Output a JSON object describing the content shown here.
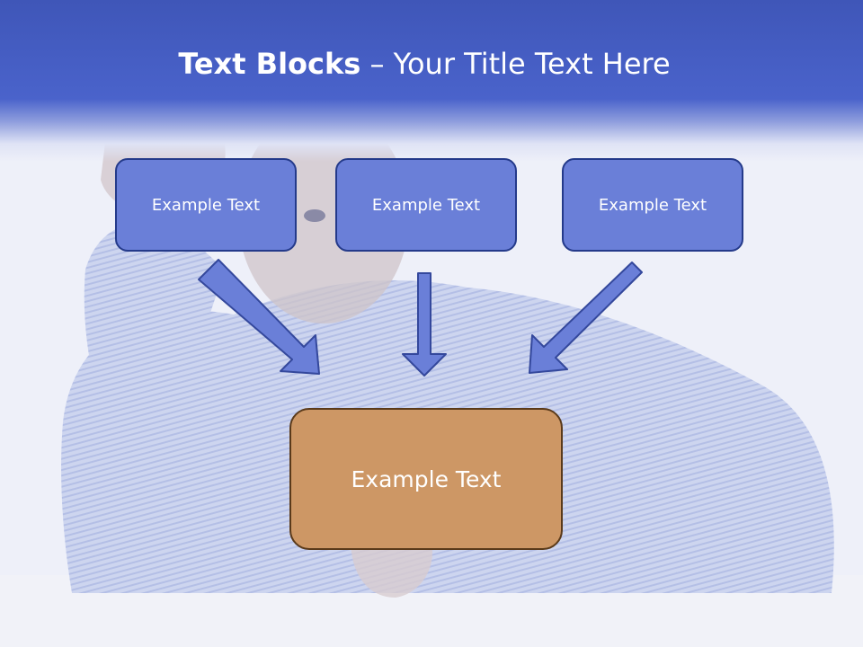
{
  "slide": {
    "title_bold": "Text Blocks",
    "title_dash": " – ",
    "title_rest": "Your Title Text Here"
  },
  "blocks": {
    "top": [
      {
        "label": "Example Text"
      },
      {
        "label": "Example Text"
      },
      {
        "label": "Example Text"
      }
    ],
    "bottom": {
      "label": "Example Text"
    }
  },
  "colors": {
    "header": "#4a63cb",
    "top_box_fill": "#6a7fd8",
    "top_box_border": "#243a8a",
    "bottom_box_fill": "#cd9765",
    "bottom_box_border": "#5a3a1a",
    "arrow_fill": "#6a7fd8"
  }
}
